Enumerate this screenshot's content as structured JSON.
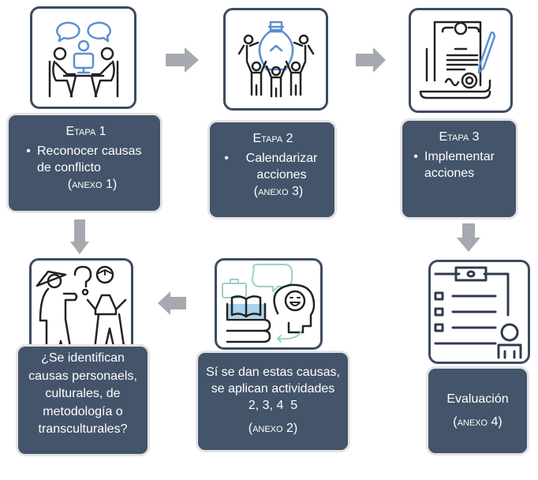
{
  "steps": [
    {
      "id": "etapa-1",
      "title": "Etapa 1",
      "bullet": "Reconocer causas de conflicto",
      "annex": "(anexo 1)",
      "icon": "meeting-people-icon"
    },
    {
      "id": "etapa-2",
      "title": "Etapa 2",
      "bullet": "Calendarizar acciones",
      "annex": "(anexo 3)",
      "icon": "team-idea-lightbulb-icon"
    },
    {
      "id": "etapa-3",
      "title": "Etapa 3",
      "bullet": "Implementar acciones",
      "annex": "",
      "icon": "contract-document-pen-icon"
    },
    {
      "id": "evaluacion",
      "title": "Evaluación",
      "annex": "(anexo 4)",
      "icon": "clipboard-checklist-user-icon"
    },
    {
      "id": "actividades",
      "text": "Sí se dan estas causas, se aplican actividades   2, 3, 4  5",
      "annex": "(anexo 2)",
      "icon": "learning-mind-books-icon"
    },
    {
      "id": "causas",
      "text": "¿Se identifican causas personaels, culturales, de metodología o transculturales?",
      "icon": "question-people-icon"
    }
  ],
  "colors": {
    "box_fill": "#44546a",
    "box_border": "#e4e4e4",
    "icon_border": "#3d4b62",
    "arrow": "#a6a9b0",
    "accent_blue": "#5b8fd0"
  }
}
